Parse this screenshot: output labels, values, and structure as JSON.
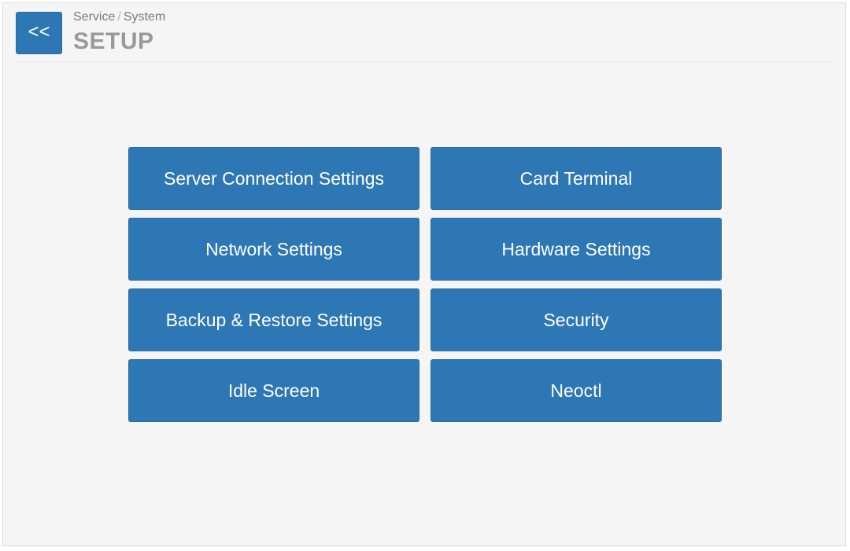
{
  "header": {
    "back_label": "<<",
    "breadcrumb": {
      "parent": "Service",
      "separator": "/",
      "current": "System"
    },
    "title": "SETUP"
  },
  "menu": {
    "buttons": [
      {
        "label": "Server Connection Settings"
      },
      {
        "label": "Card Terminal"
      },
      {
        "label": "Network Settings"
      },
      {
        "label": "Hardware Settings"
      },
      {
        "label": "Backup & Restore Settings"
      },
      {
        "label": "Security"
      },
      {
        "label": "Idle Screen"
      },
      {
        "label": "Neoctl"
      }
    ]
  },
  "colors": {
    "button_blue": "#2e77b5",
    "background": "#f5f5f5",
    "title_gray": "#999999"
  }
}
